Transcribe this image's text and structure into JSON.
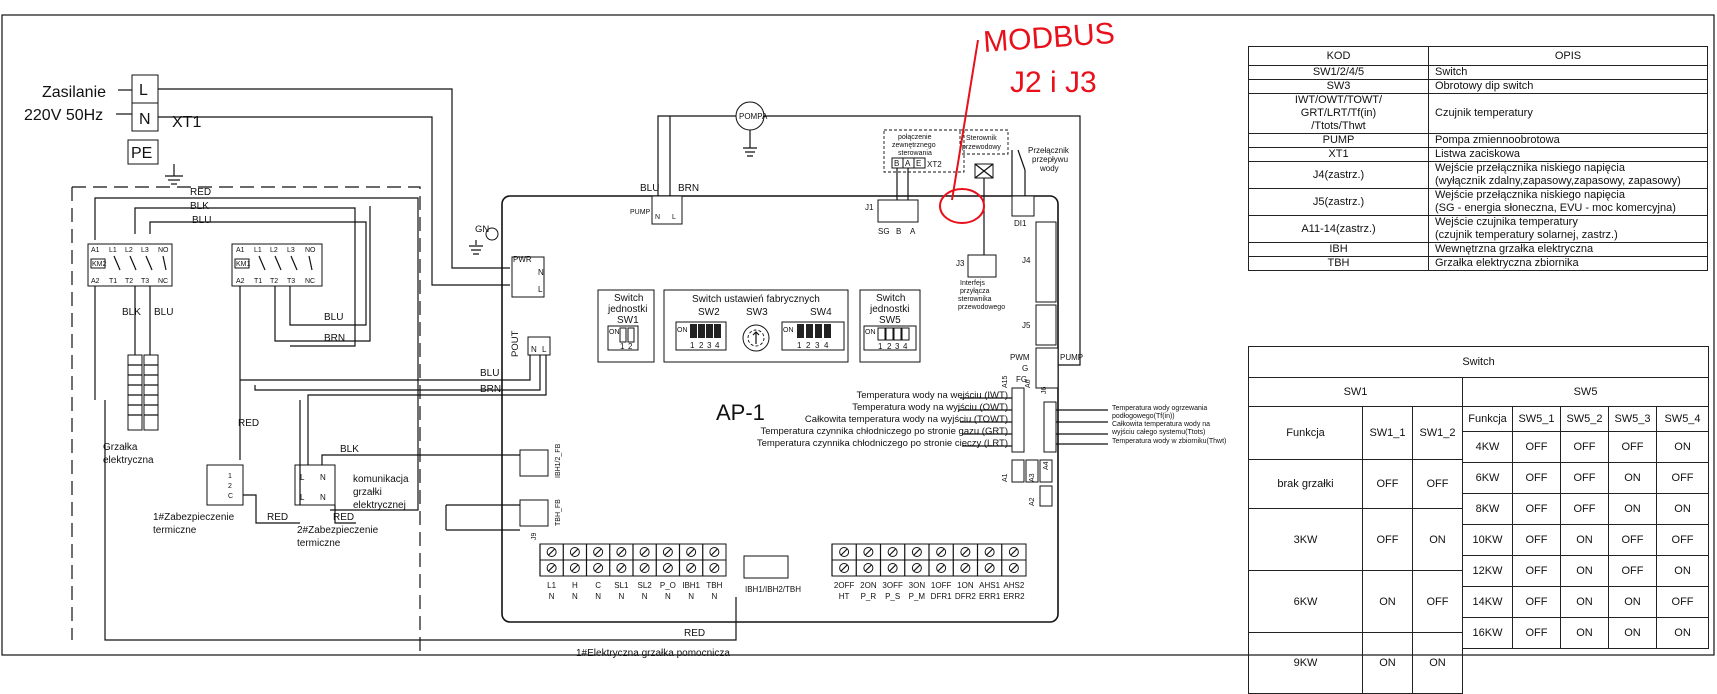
{
  "power": {
    "label": "Zasilanie",
    "voltage": "220V 50Hz",
    "terminal_block": "XT1",
    "terminals": [
      "L",
      "N",
      "PE"
    ]
  },
  "wires": {
    "red": "RED",
    "blk": "BLK",
    "blu": "BLU",
    "brn": "BRN",
    "gn": "GN"
  },
  "contactors": {
    "km2": "KM2",
    "km1": "KM1",
    "pins_top": [
      "A1",
      "L1",
      "L2",
      "L3",
      "NO"
    ],
    "pins_bottom": [
      "A2",
      "T1",
      "T2",
      "T3",
      "NC"
    ]
  },
  "heater": {
    "label_line1": "Grzałka",
    "label_line2": "elektryczna"
  },
  "thermal": {
    "p1_line1": "1#Zabezpieczenie",
    "p1_line2": "termiczne",
    "p2_line1": "2#Zabezpieczenie",
    "p2_line2": "termiczne",
    "pins": [
      "1",
      "2",
      "C"
    ]
  },
  "comm": {
    "line1": "komunikacja",
    "line2": "grzałki",
    "line3": "elektrycznej"
  },
  "pump": {
    "label": "POMPA",
    "connector": "PUMP"
  },
  "external": {
    "line1": "połączenie",
    "line2": "zewnętrznego",
    "line3": "sterowania",
    "pins": [
      "B",
      "A",
      "E"
    ],
    "xt": "XT2"
  },
  "wired_ctrl": {
    "line1": "Sterownik",
    "line2": "przewodowy"
  },
  "flow_switch": {
    "line1": "Przełącznik",
    "line2": "przepływu",
    "line3": "wody"
  },
  "board": {
    "name": "AP-1",
    "pwr": "PWR",
    "pout": "POUT",
    "j1": "J1",
    "j1_pins": [
      "SG",
      "B",
      "A"
    ],
    "j3": "J3",
    "j4": "J4",
    "j5": "J5",
    "j6": "J6",
    "j9": "J9",
    "di1": "DI1",
    "pwm_labels": [
      "PWM",
      "G",
      "FG"
    ],
    "pump_out": "PUMP",
    "interface_lines": [
      "Interfejs",
      "przyłącza",
      "sterownika",
      "przewodowego"
    ],
    "ibh_fb": "IBH1/2_FB",
    "tbh_fb": "TBH_FB",
    "ibh_tbh": "IBH1/IBH2/TBH",
    "a15": "A15",
    "a6": "A6",
    "a1": "A1",
    "a2": "A2",
    "a3": "A3",
    "a4": "A4"
  },
  "switches": {
    "sw1_title1": "Switch",
    "sw1_title2": "jednostki",
    "sw1": "SW1",
    "factory_title": "Switch ustawień fabrycznych",
    "sw2": "SW2",
    "sw3": "SW3",
    "sw4": "SW4",
    "sw5_title1": "Switch",
    "sw5_title2": "jednostki",
    "sw5": "SW5",
    "on": "ON",
    "nums2": [
      "1",
      "2"
    ],
    "nums4": [
      "1",
      "2",
      "3",
      "4"
    ]
  },
  "sensors_left": [
    "Temperatura wody na wejściu (IWT)",
    "Temperatura wody na wyjściu (OWT)",
    "Całkowita temperatura wody na wyjściu (TOWT)",
    "Temperatura czynnika chłodniczego po stronie gazu (GRT)",
    "Temperatura czynnika chłodniczego po stronie cieczy (LRT)"
  ],
  "sensors_right": [
    "Temperatura wody ogrzewania",
    "podłogowego(Tf(in))",
    "Całkowita temperatura wody na",
    "wyjściu całego systemu(Ttots)",
    "Temperatura wody w zbiorniku(Thwt)"
  ],
  "terminals_bottom_left": {
    "top": [
      "L1",
      "H",
      "C",
      "SL1",
      "SL2",
      "P_O",
      "IBH1",
      "TBH"
    ],
    "bottom": [
      "N",
      "N",
      "N",
      "N",
      "N",
      "N",
      "N",
      "N"
    ]
  },
  "terminals_bottom_right": {
    "top": [
      "2OFF",
      "2ON",
      "3OFF",
      "3ON",
      "1OFF",
      "1ON",
      "AHS1",
      "AHS2"
    ],
    "bottom": [
      "HT",
      "P_R",
      "P_S",
      "P_M",
      "DFR1",
      "DFR2",
      "ERR1",
      "ERR2"
    ]
  },
  "aux_heater": "1#Elektryczna grzałka pomocnicza",
  "handwritten": {
    "line1": "MODBUS",
    "line2": "J2 i J3"
  },
  "kod_table": {
    "header": [
      "KOD",
      "OPIS"
    ],
    "rows": [
      {
        "kod": [
          "SW1/2/4/5"
        ],
        "opis": [
          "Switch"
        ]
      },
      {
        "kod": [
          "SW3"
        ],
        "opis": [
          "Obrotowy dip switch"
        ]
      },
      {
        "kod": [
          "IWT/OWT/TOWT/",
          "GRT/LRT/Tf(in)",
          "/Ttots/Thwt"
        ],
        "opis": [
          "Czujnik temperatury"
        ]
      },
      {
        "kod": [
          "PUMP"
        ],
        "opis": [
          "Pompa zmiennoobrotowa"
        ]
      },
      {
        "kod": [
          "XT1"
        ],
        "opis": [
          "Listwa zaciskowa"
        ]
      },
      {
        "kod": [
          "J4(zastrz.)"
        ],
        "opis": [
          "Wejście przełącznika niskiego napięcia",
          "(wyłącznik zdalny,zapasowy,zapasowy, zapasowy)"
        ]
      },
      {
        "kod": [
          "J5(zastrz.)"
        ],
        "opis": [
          "Wejście przełącznika niskiego napięcia",
          "(SG - energia słoneczna, EVU - moc komercyjna)"
        ]
      },
      {
        "kod": [
          "A11-14(zastrz.)"
        ],
        "opis": [
          "Wejście czujnika temperatury",
          "(czujnik temperatury solarnej, zastrz.)"
        ]
      },
      {
        "kod": [
          "IBH"
        ],
        "opis": [
          "Wewnętrzna grzałka elektryczna"
        ]
      },
      {
        "kod": [
          "TBH"
        ],
        "opis": [
          "Grzałka elektryczna zbiornika"
        ]
      }
    ]
  },
  "switch_table": {
    "title": "Switch",
    "sw1": "SW1",
    "sw5": "SW5",
    "cols_sw1": [
      "Funkcja",
      "SW1_1",
      "SW1_2"
    ],
    "cols_sw5": [
      "Funkcja",
      "SW5_1",
      "SW5_2",
      "SW5_3",
      "SW5_4"
    ],
    "sw1_rows": [
      {
        "f": "brak grzałki",
        "a": "OFF",
        "b": "OFF"
      },
      {
        "f": "3KW",
        "a": "OFF",
        "b": "ON"
      },
      {
        "f": "6KW",
        "a": "ON",
        "b": "OFF"
      },
      {
        "f": "9KW",
        "a": "ON",
        "b": "ON"
      }
    ],
    "sw5_rows": [
      {
        "f": "4KW",
        "v": [
          "OFF",
          "OFF",
          "OFF",
          "ON"
        ]
      },
      {
        "f": "6KW",
        "v": [
          "OFF",
          "OFF",
          "ON",
          "OFF"
        ]
      },
      {
        "f": "8KW",
        "v": [
          "OFF",
          "OFF",
          "ON",
          "ON"
        ]
      },
      {
        "f": "10KW",
        "v": [
          "OFF",
          "ON",
          "OFF",
          "OFF"
        ]
      },
      {
        "f": "12KW",
        "v": [
          "OFF",
          "ON",
          "OFF",
          "ON"
        ]
      },
      {
        "f": "14KW",
        "v": [
          "OFF",
          "ON",
          "ON",
          "OFF"
        ]
      },
      {
        "f": "16KW",
        "v": [
          "OFF",
          "ON",
          "ON",
          "ON"
        ]
      }
    ]
  },
  "colors": {
    "annotation": "#e8101a",
    "line": "#111111"
  }
}
